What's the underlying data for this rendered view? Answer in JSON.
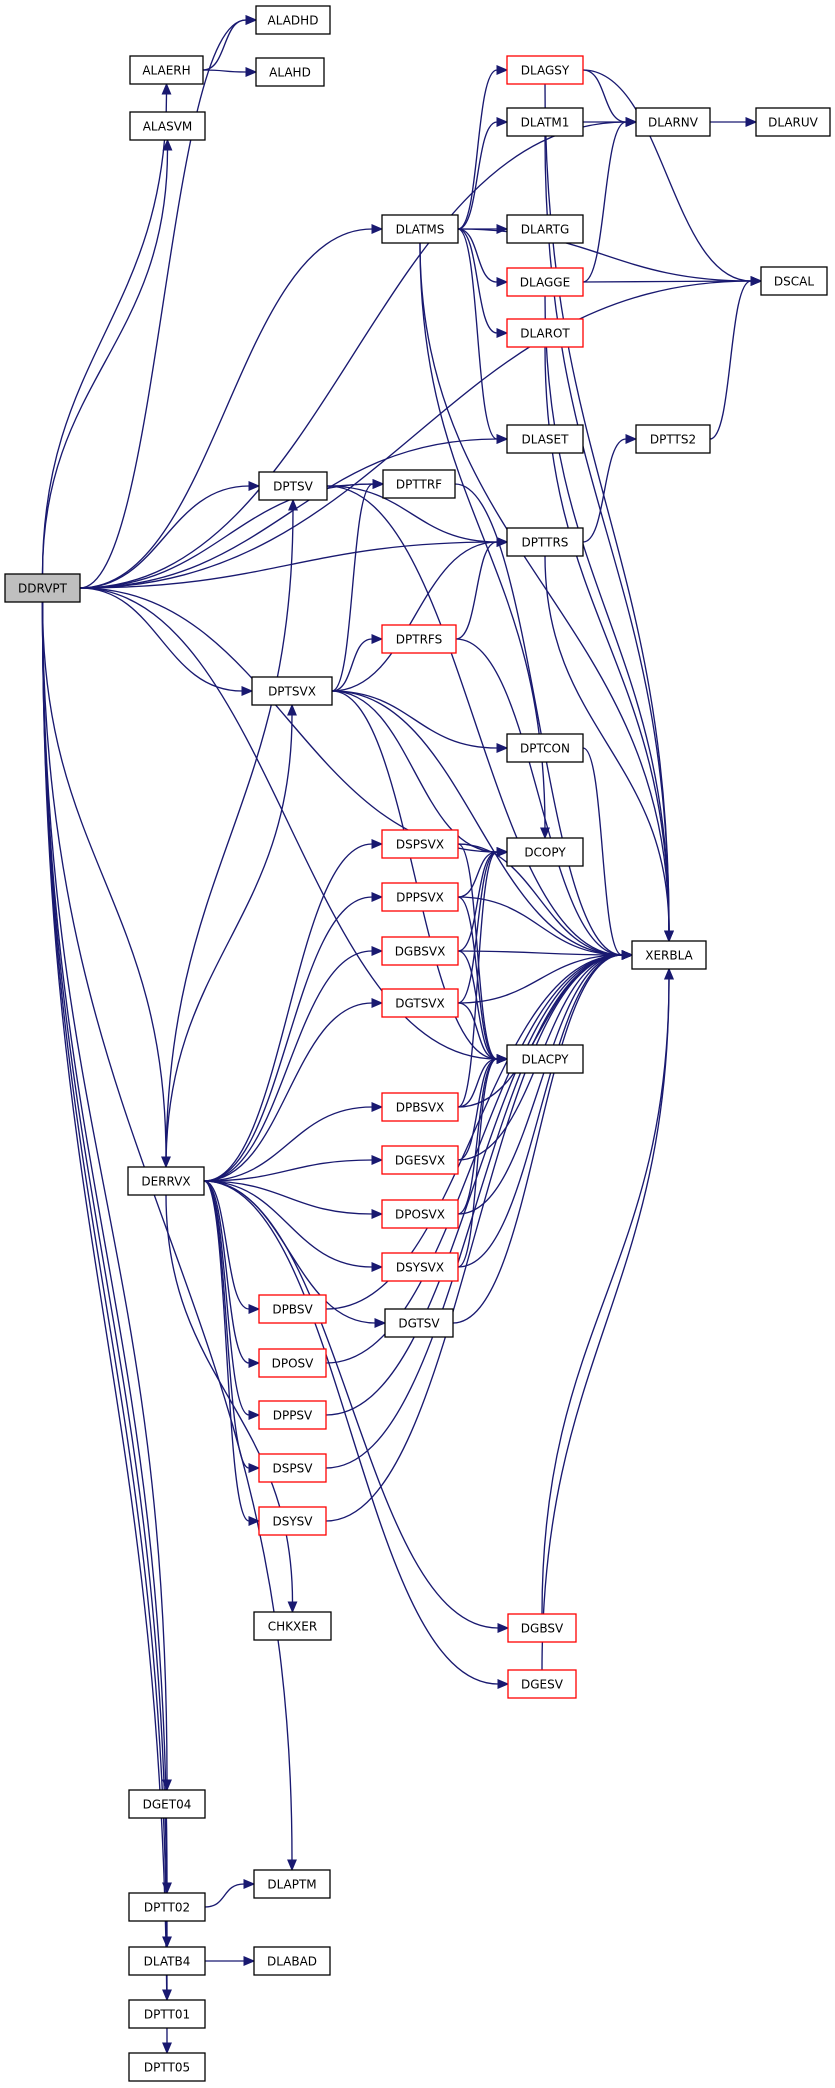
{
  "diagram": {
    "colors": {
      "edge": "#191970",
      "root_fill": "#bfbfbf",
      "node_fill": "#ffffff",
      "node_border": "#000000",
      "link_border": "#ff0000"
    },
    "nodes": [
      {
        "id": "DDRVPT",
        "label": "DDRVPT",
        "style": "root"
      },
      {
        "id": "ALADHD",
        "label": "ALADHD",
        "style": "plain"
      },
      {
        "id": "ALAERH",
        "label": "ALAERH",
        "style": "plain"
      },
      {
        "id": "ALAHD",
        "label": "ALAHD",
        "style": "plain"
      },
      {
        "id": "ALASVM",
        "label": "ALASVM",
        "style": "plain"
      },
      {
        "id": "DLAGSY",
        "label": "DLAGSY",
        "style": "red"
      },
      {
        "id": "DLARNV",
        "label": "DLARNV",
        "style": "plain"
      },
      {
        "id": "DLARUV",
        "label": "DLARUV",
        "style": "plain"
      },
      {
        "id": "DLATM1",
        "label": "DLATM1",
        "style": "plain"
      },
      {
        "id": "DLATMS",
        "label": "DLATMS",
        "style": "plain"
      },
      {
        "id": "DLARTG",
        "label": "DLARTG",
        "style": "plain"
      },
      {
        "id": "DLAGGE",
        "label": "DLAGGE",
        "style": "red"
      },
      {
        "id": "DSCAL",
        "label": "DSCAL",
        "style": "plain"
      },
      {
        "id": "DLAROT",
        "label": "DLAROT",
        "style": "red"
      },
      {
        "id": "DLASET",
        "label": "DLASET",
        "style": "plain"
      },
      {
        "id": "DPTTS2",
        "label": "DPTTS2",
        "style": "plain"
      },
      {
        "id": "DPTSV",
        "label": "DPTSV",
        "style": "plain"
      },
      {
        "id": "DPTTRF",
        "label": "DPTTRF",
        "style": "plain"
      },
      {
        "id": "DPTTRS",
        "label": "DPTTRS",
        "style": "plain"
      },
      {
        "id": "DPTRFS",
        "label": "DPTRFS",
        "style": "red"
      },
      {
        "id": "DPTSVX",
        "label": "DPTSVX",
        "style": "plain"
      },
      {
        "id": "DPTCON",
        "label": "DPTCON",
        "style": "plain"
      },
      {
        "id": "DSPSVX",
        "label": "DSPSVX",
        "style": "red"
      },
      {
        "id": "DCOPY",
        "label": "DCOPY",
        "style": "plain"
      },
      {
        "id": "DPPSVX",
        "label": "DPPSVX",
        "style": "red"
      },
      {
        "id": "DGBSVX",
        "label": "DGBSVX",
        "style": "red"
      },
      {
        "id": "XERBLA",
        "label": "XERBLA",
        "style": "plain"
      },
      {
        "id": "DGTSVX",
        "label": "DGTSVX",
        "style": "red"
      },
      {
        "id": "DLACPY",
        "label": "DLACPY",
        "style": "plain"
      },
      {
        "id": "DPBSVX",
        "label": "DPBSVX",
        "style": "red"
      },
      {
        "id": "DGESVX",
        "label": "DGESVX",
        "style": "red"
      },
      {
        "id": "DERRVX",
        "label": "DERRVX",
        "style": "plain"
      },
      {
        "id": "DPOSVX",
        "label": "DPOSVX",
        "style": "red"
      },
      {
        "id": "DSYSVX",
        "label": "DSYSVX",
        "style": "red"
      },
      {
        "id": "DPBSV",
        "label": "DPBSV",
        "style": "red"
      },
      {
        "id": "DGTSV",
        "label": "DGTSV",
        "style": "plain"
      },
      {
        "id": "DPOSV",
        "label": "DPOSV",
        "style": "red"
      },
      {
        "id": "DPPSV",
        "label": "DPPSV",
        "style": "red"
      },
      {
        "id": "DSPSV",
        "label": "DSPSV",
        "style": "red"
      },
      {
        "id": "DSYSV",
        "label": "DSYSV",
        "style": "red"
      },
      {
        "id": "CHKXER",
        "label": "CHKXER",
        "style": "plain"
      },
      {
        "id": "DGBSV",
        "label": "DGBSV",
        "style": "red"
      },
      {
        "id": "DGESV",
        "label": "DGESV",
        "style": "red"
      },
      {
        "id": "DGET04",
        "label": "DGET04",
        "style": "plain"
      },
      {
        "id": "DLAPTM",
        "label": "DLAPTM",
        "style": "plain"
      },
      {
        "id": "DPTT02",
        "label": "DPTT02",
        "style": "plain"
      },
      {
        "id": "DLATB4",
        "label": "DLATB4",
        "style": "plain"
      },
      {
        "id": "DLABAD",
        "label": "DLABAD",
        "style": "plain"
      },
      {
        "id": "DPTT01",
        "label": "DPTT01",
        "style": "plain"
      },
      {
        "id": "DPTT05",
        "label": "DPTT05",
        "style": "plain"
      }
    ],
    "edges": [
      [
        "DDRVPT",
        "ALADHD"
      ],
      [
        "DDRVPT",
        "ALAERH"
      ],
      [
        "DDRVPT",
        "ALASVM"
      ],
      [
        "DDRVPT",
        "DLARNV"
      ],
      [
        "DDRVPT",
        "DLATMS"
      ],
      [
        "DDRVPT",
        "DLASET"
      ],
      [
        "DDRVPT",
        "DPTSV"
      ],
      [
        "DDRVPT",
        "DPTTRF"
      ],
      [
        "DDRVPT",
        "DPTTRS"
      ],
      [
        "DDRVPT",
        "DCOPY"
      ],
      [
        "DDRVPT",
        "DPTSVX"
      ],
      [
        "DDRVPT",
        "DERRVX"
      ],
      [
        "DDRVPT",
        "DLACPY"
      ],
      [
        "DDRVPT",
        "DSCAL"
      ],
      [
        "DDRVPT",
        "DGET04"
      ],
      [
        "DDRVPT",
        "DLAPTM"
      ],
      [
        "DDRVPT",
        "DPTT02"
      ],
      [
        "DDRVPT",
        "DLATB4"
      ],
      [
        "DDRVPT",
        "DPTT01"
      ],
      [
        "DDRVPT",
        "DPTT05"
      ],
      [
        "ALAERH",
        "ALADHD"
      ],
      [
        "ALAERH",
        "ALAHD"
      ],
      [
        "DLAGSY",
        "DLARNV"
      ],
      [
        "DLAGSY",
        "DSCAL"
      ],
      [
        "DLAGSY",
        "XERBLA"
      ],
      [
        "DLARNV",
        "DLARUV"
      ],
      [
        "DLATM1",
        "DLARNV"
      ],
      [
        "DLATM1",
        "XERBLA"
      ],
      [
        "DLATMS",
        "DLAGSY"
      ],
      [
        "DLATMS",
        "DLATM1"
      ],
      [
        "DLATMS",
        "DLARTG"
      ],
      [
        "DLATMS",
        "DLAGGE"
      ],
      [
        "DLATMS",
        "DSCAL"
      ],
      [
        "DLATMS",
        "DLAROT"
      ],
      [
        "DLATMS",
        "DLASET"
      ],
      [
        "DLATMS",
        "DCOPY"
      ],
      [
        "DLATMS",
        "XERBLA"
      ],
      [
        "DLAGGE",
        "DLARNV"
      ],
      [
        "DLAGGE",
        "DSCAL"
      ],
      [
        "DLAGGE",
        "XERBLA"
      ],
      [
        "DLAROT",
        "XERBLA"
      ],
      [
        "DPTTS2",
        "DSCAL"
      ],
      [
        "DPTSV",
        "DPTTRF"
      ],
      [
        "DPTSV",
        "DPTTRS"
      ],
      [
        "DPTSV",
        "XERBLA"
      ],
      [
        "DPTTRF",
        "XERBLA"
      ],
      [
        "DPTTRS",
        "DPTTS2"
      ],
      [
        "DPTTRS",
        "XERBLA"
      ],
      [
        "DPTRFS",
        "DPTTRS"
      ],
      [
        "DPTRFS",
        "XERBLA"
      ],
      [
        "DPTSVX",
        "DPTTRF"
      ],
      [
        "DPTSVX",
        "DPTTRS"
      ],
      [
        "DPTSVX",
        "DPTRFS"
      ],
      [
        "DPTSVX",
        "DPTCON"
      ],
      [
        "DPTSVX",
        "DCOPY"
      ],
      [
        "DPTSVX",
        "XERBLA"
      ],
      [
        "DPTSVX",
        "DLACPY"
      ],
      [
        "DPTCON",
        "XERBLA"
      ],
      [
        "DSPSVX",
        "DCOPY"
      ],
      [
        "DSPSVX",
        "XERBLA"
      ],
      [
        "DSPSVX",
        "DLACPY"
      ],
      [
        "DPPSVX",
        "DCOPY"
      ],
      [
        "DPPSVX",
        "XERBLA"
      ],
      [
        "DPPSVX",
        "DLACPY"
      ],
      [
        "DGBSVX",
        "DCOPY"
      ],
      [
        "DGBSVX",
        "XERBLA"
      ],
      [
        "DGBSVX",
        "DLACPY"
      ],
      [
        "DGTSVX",
        "DCOPY"
      ],
      [
        "DGTSVX",
        "XERBLA"
      ],
      [
        "DGTSVX",
        "DLACPY"
      ],
      [
        "DPBSVX",
        "DCOPY"
      ],
      [
        "DPBSVX",
        "XERBLA"
      ],
      [
        "DPBSVX",
        "DLACPY"
      ],
      [
        "DGESVX",
        "XERBLA"
      ],
      [
        "DGESVX",
        "DLACPY"
      ],
      [
        "DPOSVX",
        "XERBLA"
      ],
      [
        "DPOSVX",
        "DLACPY"
      ],
      [
        "DSYSVX",
        "XERBLA"
      ],
      [
        "DSYSVX",
        "DLACPY"
      ],
      [
        "DERRVX",
        "DPTSV"
      ],
      [
        "DERRVX",
        "DPTSVX"
      ],
      [
        "DERRVX",
        "DSPSVX"
      ],
      [
        "DERRVX",
        "DPPSVX"
      ],
      [
        "DERRVX",
        "DGBSVX"
      ],
      [
        "DERRVX",
        "DGTSVX"
      ],
      [
        "DERRVX",
        "DPBSVX"
      ],
      [
        "DERRVX",
        "DGESVX"
      ],
      [
        "DERRVX",
        "DPOSVX"
      ],
      [
        "DERRVX",
        "DSYSVX"
      ],
      [
        "DERRVX",
        "DPBSV"
      ],
      [
        "DERRVX",
        "DGTSV"
      ],
      [
        "DERRVX",
        "DPOSV"
      ],
      [
        "DERRVX",
        "DPPSV"
      ],
      [
        "DERRVX",
        "DSPSV"
      ],
      [
        "DERRVX",
        "DSYSV"
      ],
      [
        "DERRVX",
        "CHKXER"
      ],
      [
        "DERRVX",
        "DGBSV"
      ],
      [
        "DERRVX",
        "DGESV"
      ],
      [
        "DPBSV",
        "XERBLA"
      ],
      [
        "DGTSV",
        "XERBLA"
      ],
      [
        "DPOSV",
        "XERBLA"
      ],
      [
        "DPPSV",
        "XERBLA"
      ],
      [
        "DSPSV",
        "XERBLA"
      ],
      [
        "DSYSV",
        "XERBLA"
      ],
      [
        "DGBSV",
        "XERBLA"
      ],
      [
        "DGESV",
        "XERBLA"
      ],
      [
        "DPTT02",
        "DLAPTM"
      ],
      [
        "DLATB4",
        "DLABAD"
      ]
    ]
  }
}
